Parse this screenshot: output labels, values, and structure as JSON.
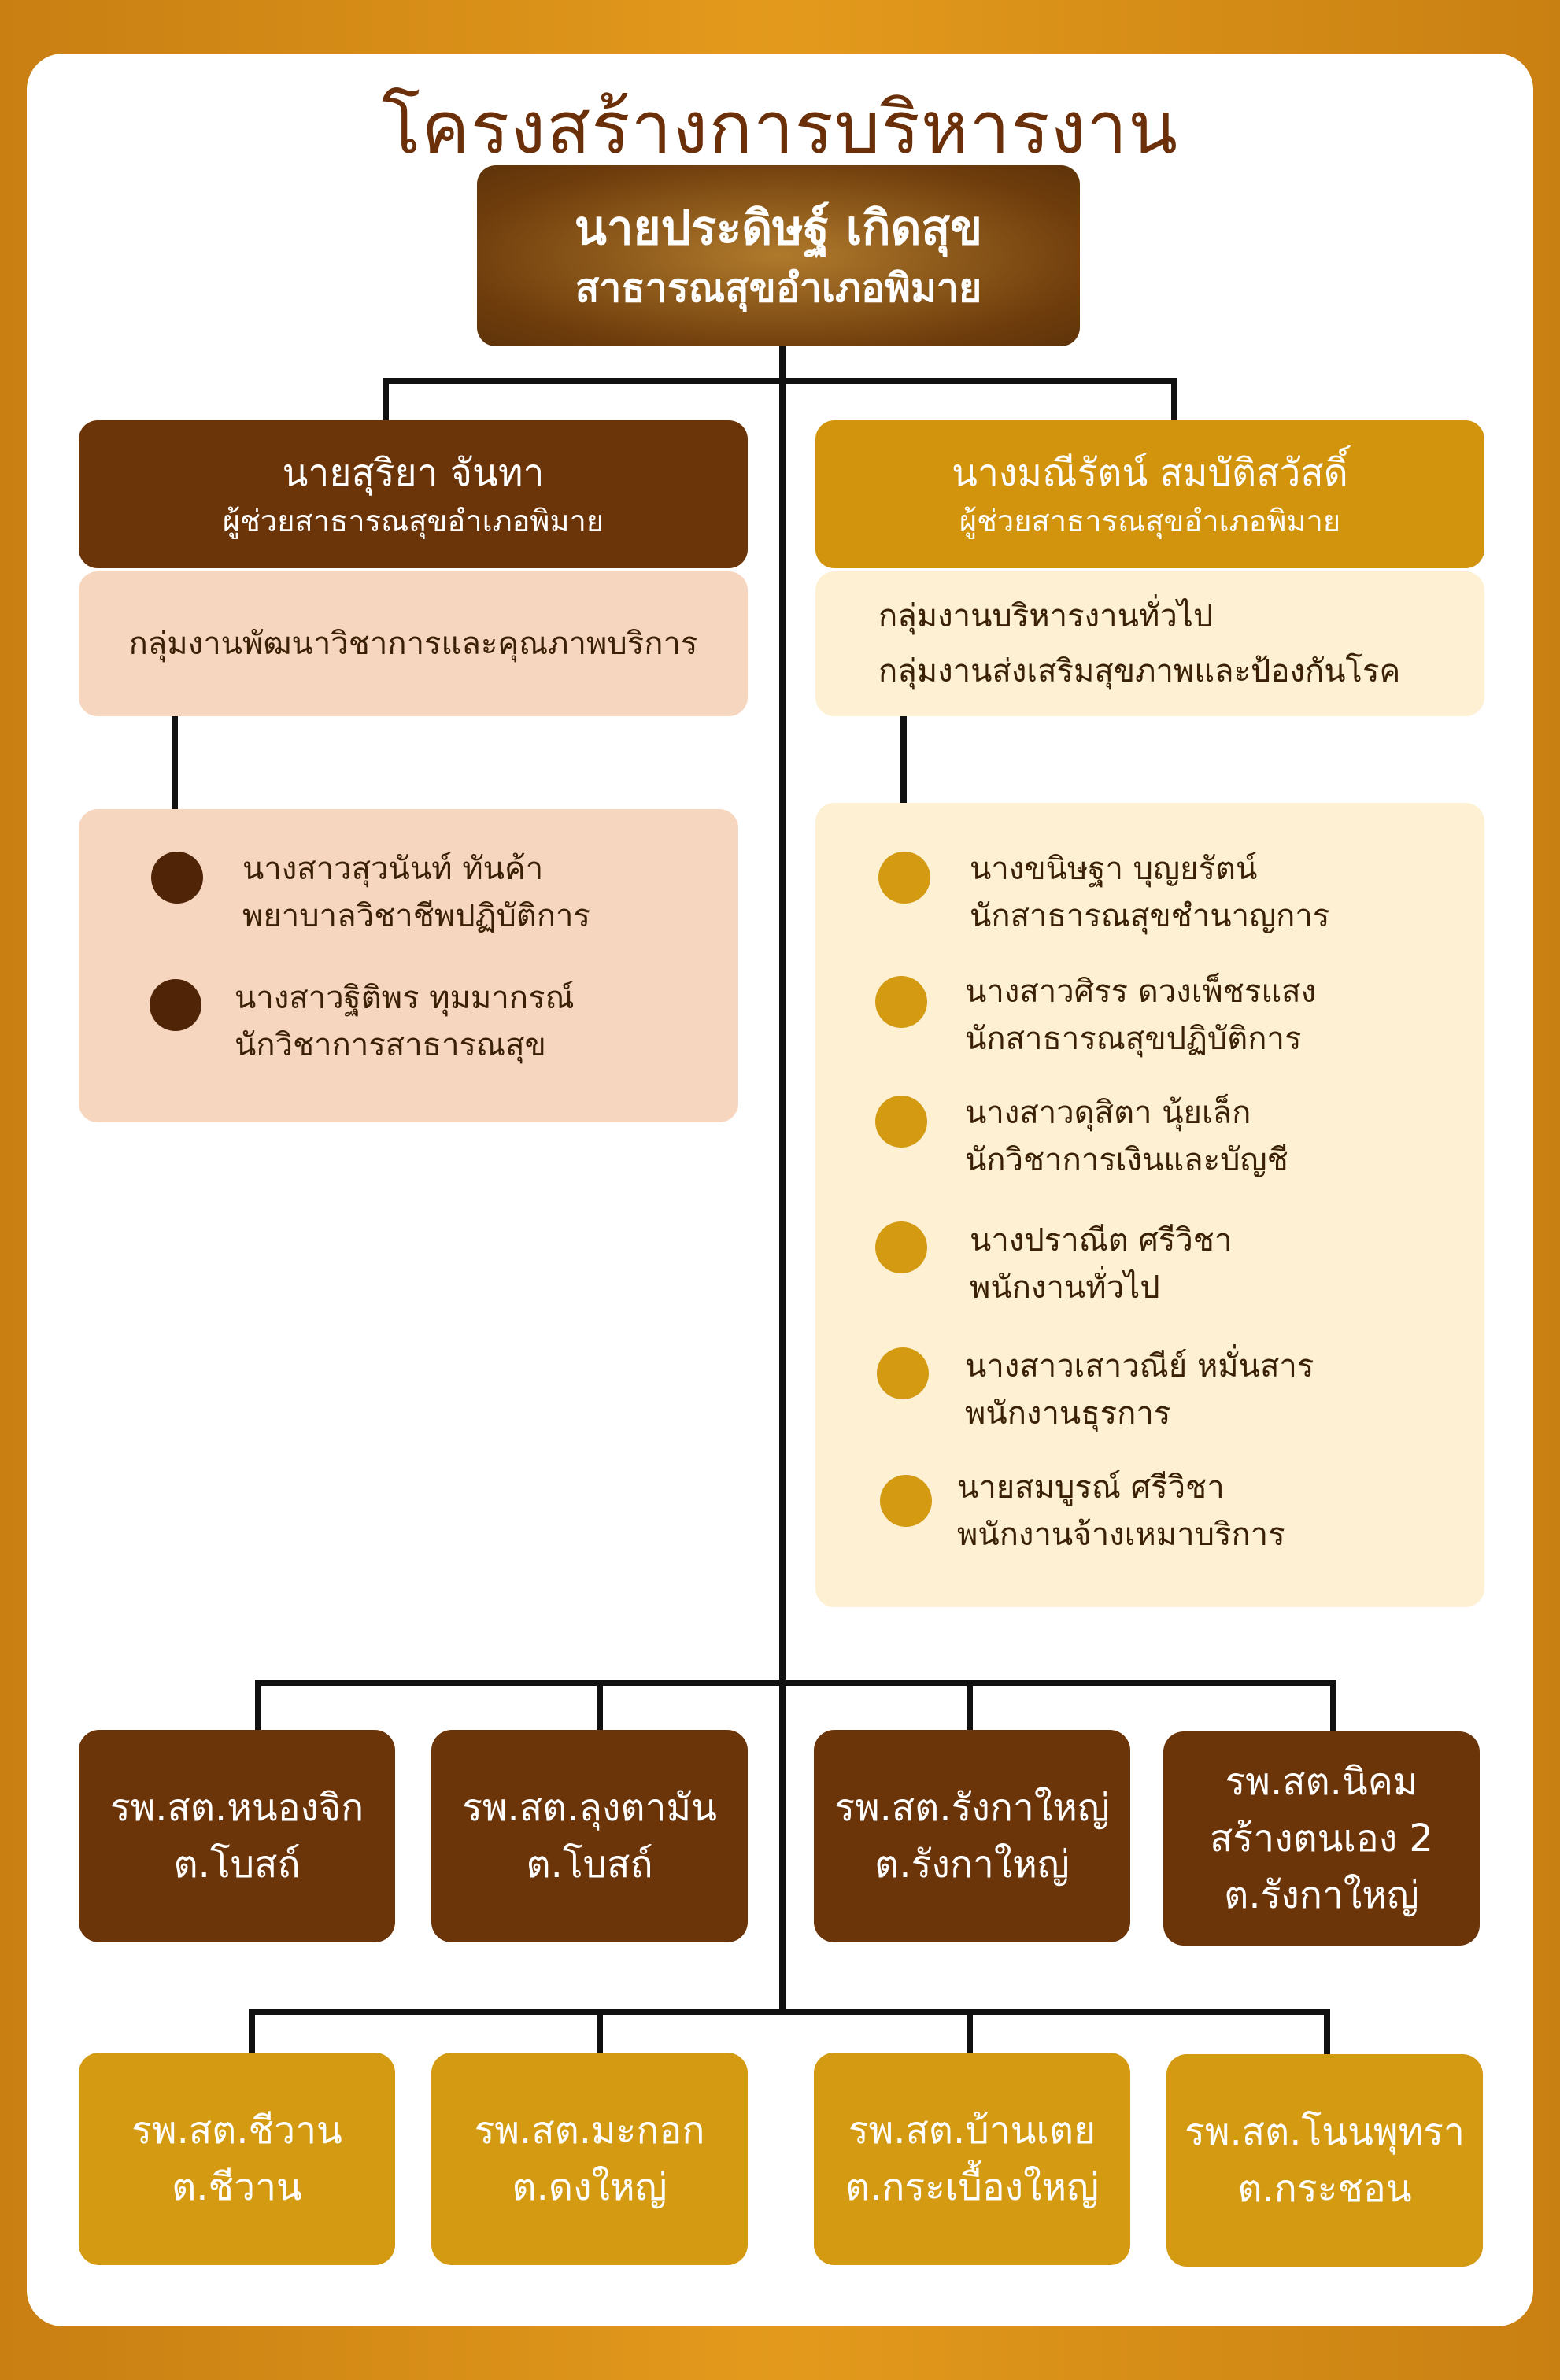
{
  "title": "โครงสร้างการบริหารงาน",
  "chief": {
    "name": "นายประดิษฐ์ เกิดสุข",
    "role": "สาธารณสุขอำเภอพิมาย"
  },
  "left_branch": {
    "head": {
      "name": "นายสุริยา จันทา",
      "role": "ผู้ช่วยสาธารณสุขอำเภอพิมาย"
    },
    "departments": [
      "กลุ่มงานพัฒนาวิชาการและคุณภาพบริการ"
    ],
    "staff": [
      {
        "name": "นางสาวสุวนันท์ ทันค้า",
        "role": "พยาบาลวิชาชีพปฏิบัติการ"
      },
      {
        "name": "นางสาวฐิติพร ทุมมากรณ์",
        "role": "นักวิชาการสาธารณสุข"
      }
    ]
  },
  "right_branch": {
    "head": {
      "name": "นางมณีรัตน์ สมบัติสวัสดิ์",
      "role": "ผู้ช่วยสาธารณสุขอำเภอพิมาย"
    },
    "departments": [
      "กลุ่มงานบริหารงานทั่วไป",
      "กลุ่มงานส่งเสริมสุขภาพและป้องกันโรค"
    ],
    "staff": [
      {
        "name": "นางขนิษฐา บุญยรัตน์",
        "role": "นักสาธารณสุขชำนาญการ"
      },
      {
        "name": "นางสาวศิรร ดวงเพ็ชรแสง",
        "role": "นักสาธารณสุขปฏิบัติการ"
      },
      {
        "name": "นางสาวดุสิตา นุ้ยเล็ก",
        "role": "นักวิชาการเงินและบัญชี"
      },
      {
        "name": "นางปราณีต ศรีวิชา",
        "role": "พนักงานทั่วไป"
      },
      {
        "name": "นางสาวเสาวณีย์ หมั่นสาร",
        "role": "พนักงานธุรการ"
      },
      {
        "name": "นายสมบูรณ์ ศรีวิชา",
        "role": "พนักงานจ้างเหมาบริการ"
      }
    ]
  },
  "health_centers_row1": [
    {
      "lines": [
        "รพ.สต.หนองจิก",
        "ต.โบสถ์"
      ]
    },
    {
      "lines": [
        "รพ.สต.ลุงตามัน",
        "ต.โบสถ์"
      ]
    },
    {
      "lines": [
        "รพ.สต.รังกาใหญ่",
        "ต.รังกาใหญ่"
      ]
    },
    {
      "lines": [
        "รพ.สต.นิคม",
        "สร้างตนเอง 2",
        "ต.รังกาใหญ่"
      ]
    }
  ],
  "health_centers_row2": [
    {
      "lines": [
        "รพ.สต.ชีวาน",
        "ต.ชีวาน"
      ]
    },
    {
      "lines": [
        "รพ.สต.มะกอก",
        "ต.ดงใหญ่"
      ]
    },
    {
      "lines": [
        "รพ.สต.บ้านเตย",
        "ต.กระเบื้องใหญ่"
      ]
    },
    {
      "lines": [
        "รพ.สต.โนนพุทรา",
        "ต.กระชอน"
      ]
    }
  ],
  "colors": {
    "brown": "#6b3409",
    "gold": "#d39a12",
    "peach": "#f7d6c0",
    "cream": "#fdf0d3"
  }
}
